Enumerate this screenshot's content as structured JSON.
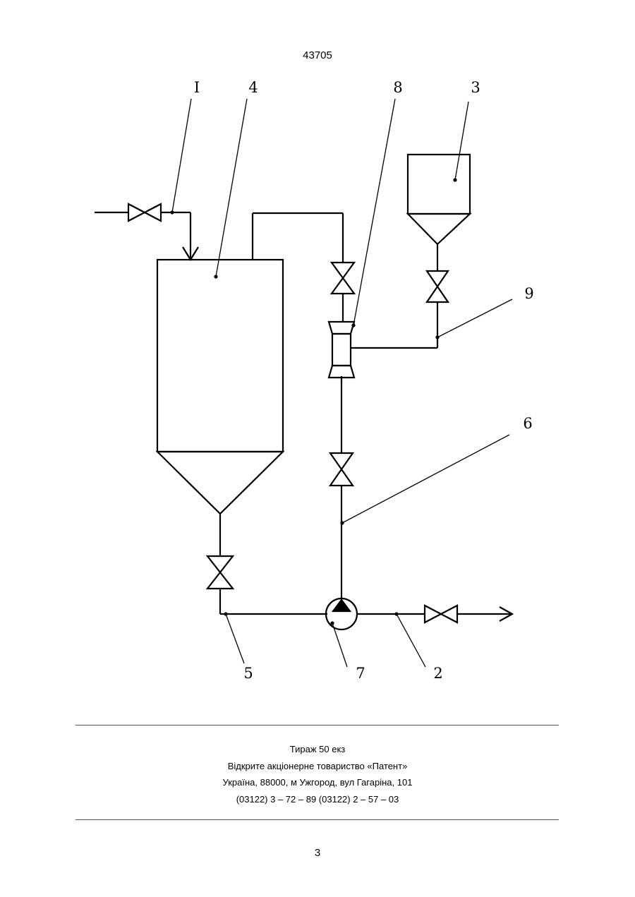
{
  "header": {
    "patent_number": "43705"
  },
  "diagram": {
    "labels": {
      "feed_line": "I",
      "main_vessel": "4",
      "ejector": "8",
      "reagent_hopper": "3",
      "reagent_line": "9",
      "pump_discharge_line": "6",
      "vessel_outlet_line": "5",
      "pump": "7",
      "outlet_line": "2"
    }
  },
  "footer": {
    "lines": [
      "Тираж 50 екз",
      "Відкрите акціонерне товариство «Патент»",
      "Україна, 88000, м  Ужгород, вул  Гагаріна, 101",
      "(03122) 3 – 72 – 89   (03122) 2 – 57 – 03"
    ]
  },
  "page": {
    "number": "3"
  }
}
